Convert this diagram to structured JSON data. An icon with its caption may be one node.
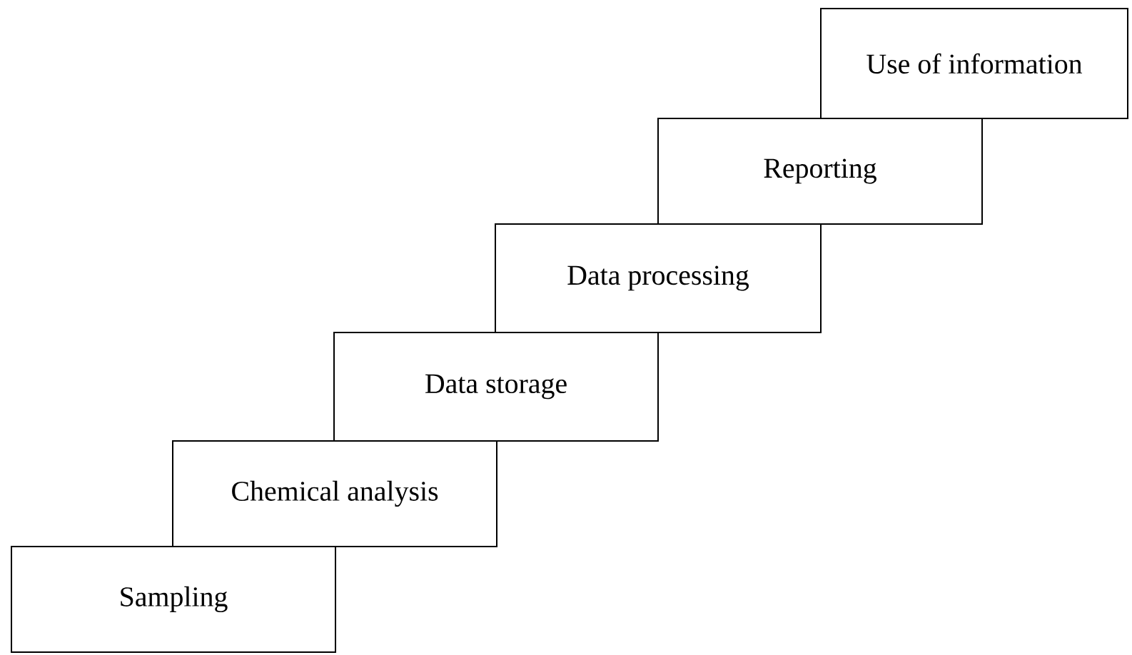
{
  "diagram": {
    "nodes": [
      {
        "text": [
          "Sampling"
        ]
      },
      {
        "text": [
          "Chemical analysis"
        ]
      },
      {
        "text": [
          "Data storage"
        ]
      },
      {
        "text": [
          "Data processing"
        ]
      },
      {
        "text": [
          "Reporting"
        ]
      },
      {
        "text": [
          "Use of information"
        ]
      }
    ]
  }
}
